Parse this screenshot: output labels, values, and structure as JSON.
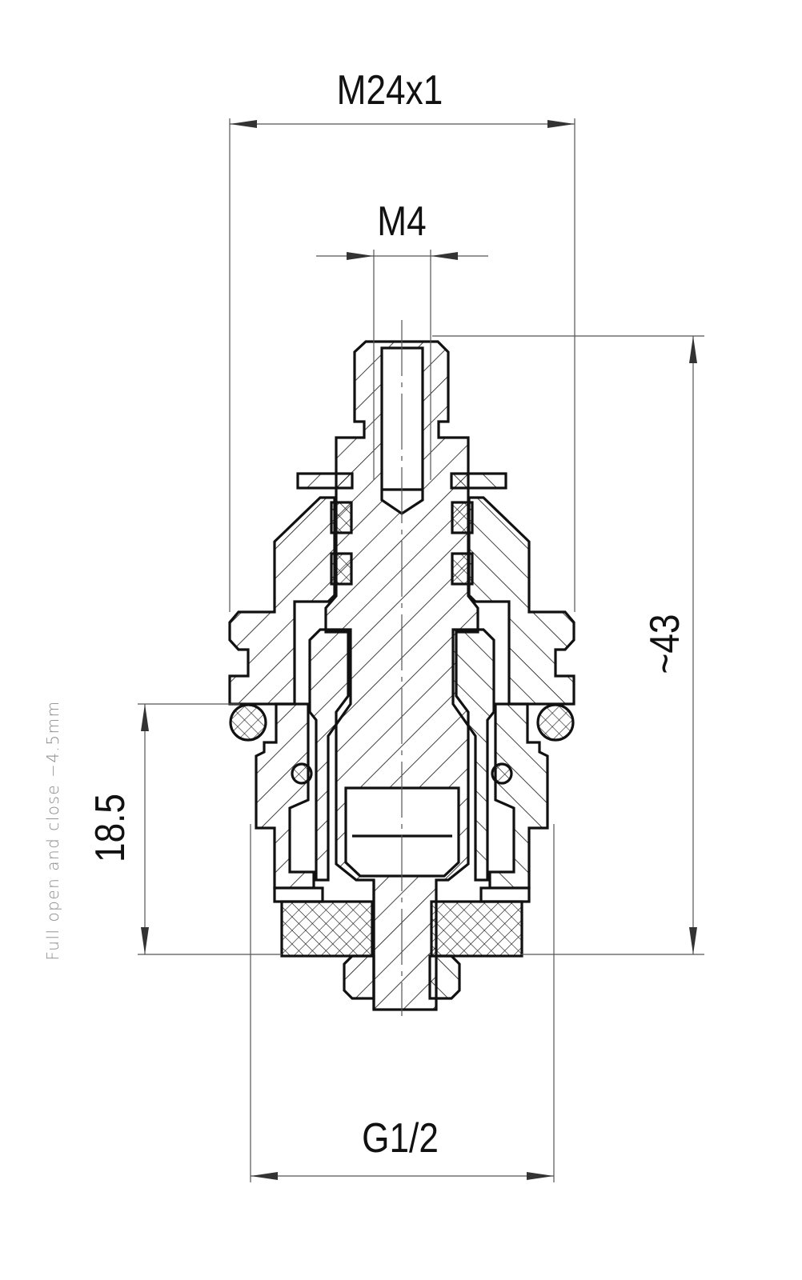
{
  "drawing": {
    "dimensions": {
      "thread_top": "M24x1",
      "thread_stem": "M4",
      "height": "~43",
      "stroke": "18.5",
      "thread_bottom": "G1/2"
    },
    "note": "Full open and close −4.5mm",
    "colors": {
      "line": "#111111",
      "dim_line": "#555555",
      "note": "#8a8a8a"
    }
  }
}
